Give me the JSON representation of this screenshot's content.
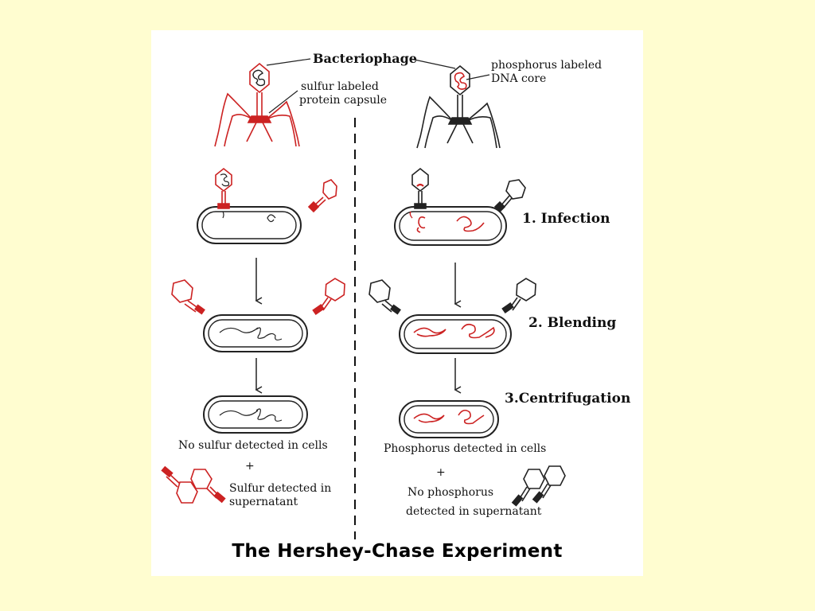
{
  "title": "The Hershey-Chase Experiment",
  "labels": {
    "bacteriophage": "Bacteriophage",
    "sulfur_label_1": "sulfur labeled",
    "sulfur_label_2": "protein capsule",
    "phosphorus_label_1": "phosphorus labeled",
    "phosphorus_label_2": "DNA core"
  },
  "steps": {
    "infection": "1. Infection",
    "blending": "2. Blending",
    "centrifugation": "3.Centrifugation"
  },
  "left_results": {
    "cells": "No sulfur detected in cells",
    "plus": "+",
    "super_1": "Sulfur detected in",
    "super_2": "supernatant"
  },
  "right_results": {
    "cells": "Phosphorus detected in cells",
    "plus": "+",
    "super_1": "No phosphorus",
    "super_2": "detected in supernatant"
  },
  "colors": {
    "slide_background": "#fffdd0",
    "panel_background": "#ffffff",
    "sulfur_label": "#d42020",
    "phosphorus_label": "#d42020",
    "unlabeled": "#222222"
  }
}
